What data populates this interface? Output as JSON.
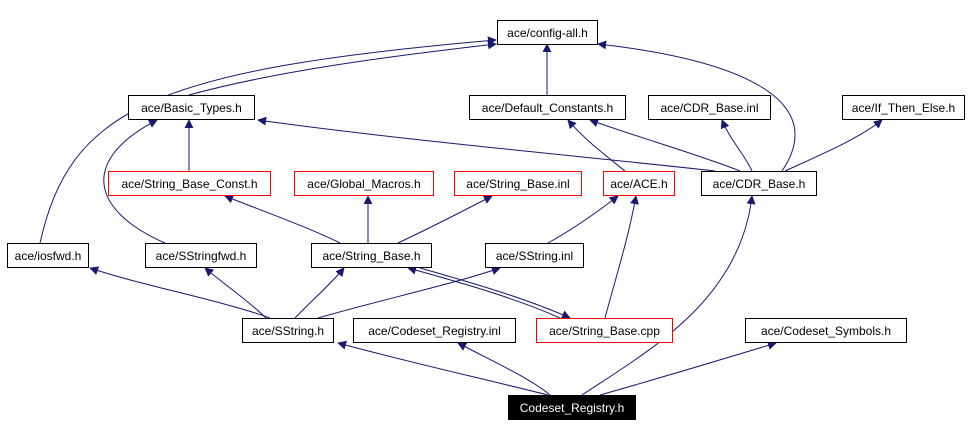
{
  "colors": {
    "edge": "#191970",
    "node_border": "#000000",
    "node_border_incomplete": "#ff0000",
    "focus_bg": "#000000",
    "focus_text": "#ffffff"
  },
  "nodes": {
    "config_all": "ace/config-all.h",
    "basic_types": "ace/Basic_Types.h",
    "default_constants": "ace/Default_Constants.h",
    "cdr_base_inl": "ace/CDR_Base.inl",
    "if_then_else": "ace/If_Then_Else.h",
    "string_base_const": "ace/String_Base_Const.h",
    "global_macros": "ace/Global_Macros.h",
    "string_base_inl": "ace/String_Base.inl",
    "ace_h": "ace/ACE.h",
    "cdr_base_h": "ace/CDR_Base.h",
    "iosfwd": "ace/iosfwd.h",
    "sstringfwd": "ace/SStringfwd.h",
    "string_base_h": "ace/String_Base.h",
    "sstring_inl": "ace/SString.inl",
    "sstring_h": "ace/SString.h",
    "codeset_registry_inl": "ace/Codeset_Registry.inl",
    "string_base_cpp": "ace/String_Base.cpp",
    "codeset_symbols": "ace/Codeset_Symbols.h",
    "codeset_registry_h": "Codeset_Registry.h"
  }
}
